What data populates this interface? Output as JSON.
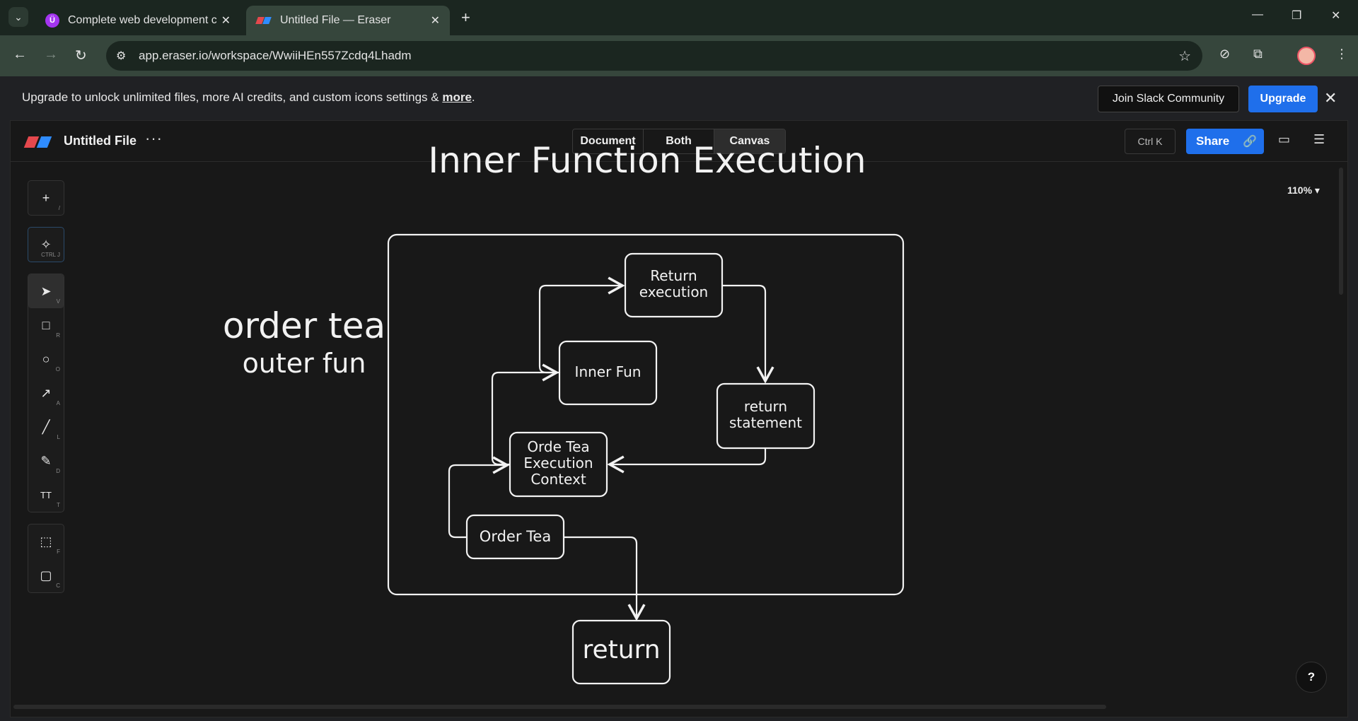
{
  "browser": {
    "tabs": [
      {
        "title": "Complete web development co",
        "favicon": "udemy-icon"
      },
      {
        "title": "Untitled File — Eraser",
        "favicon": "eraser-icon",
        "active": true
      }
    ],
    "url": "app.eraser.io/workspace/WwiiHEn557Zcdq4Lhadm"
  },
  "banner": {
    "text": "Upgrade to unlock unlimited files, more AI credits, and custom icons settings & ",
    "link": "more",
    "suffix": ".",
    "slack_label": "Join Slack Community",
    "upgrade_label": "Upgrade"
  },
  "app": {
    "file_name": "Untitled File",
    "views": [
      "Document",
      "Both",
      "Canvas"
    ],
    "active_view": "Canvas",
    "shortcut": "Ctrl K",
    "share_label": "Share",
    "zoom": "110%",
    "help": "?"
  },
  "tools": {
    "add_key": "/",
    "ai_key": "CTRL J",
    "select_key": "V",
    "rect_key": "R",
    "ellipse_key": "O",
    "arrow_key": "A",
    "line_key": "L",
    "pen_key": "D",
    "text_label": "TT",
    "text_key": "T",
    "frame_key": "F",
    "comment_key": "C"
  },
  "diagram": {
    "title": "Inner Function Execution",
    "side_line1": "order tea",
    "side_line2": "outer fun",
    "nodes": {
      "return_execution": "Return execution",
      "inner_fun": "Inner Fun",
      "return_statement": "return statement",
      "execution_context": "Orde Tea Execution Context",
      "order_tea": "Order Tea",
      "return": "return"
    }
  },
  "colors": {
    "accent": "#1f6feb",
    "canvas_bg": "#181818",
    "stroke": "#f2f2f2"
  }
}
